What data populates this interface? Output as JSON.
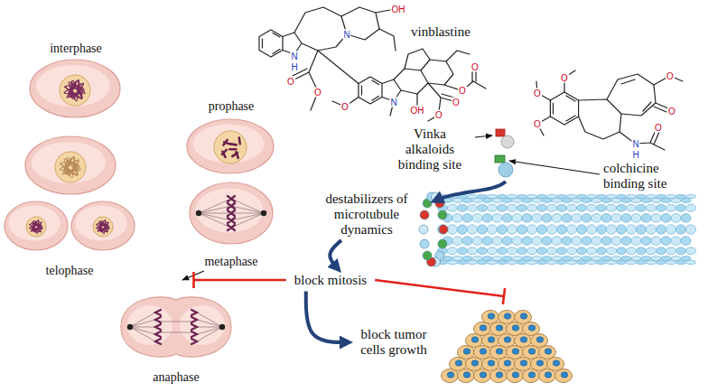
{
  "diagram": {
    "nodes": [
      {
        "text": [
          "interphase"
        ]
      },
      {
        "text": [
          "prophase"
        ]
      },
      {
        "text": [
          "telophase"
        ]
      },
      {
        "text": [
          "metaphase"
        ]
      },
      {
        "text": [
          "anaphase"
        ]
      },
      {
        "text": [
          "destabilizers of microtubule dynamics"
        ]
      },
      {
        "text": [
          "block mitosis"
        ]
      },
      {
        "text": [
          "block tumor cells growth"
        ]
      }
    ],
    "edges": [
      {
        "from": 3,
        "to": 4,
        "arrow": "to"
      },
      {
        "from": 5,
        "to": 6,
        "arrow": "to"
      },
      {
        "from": 6,
        "to": 7,
        "arrow": "to"
      },
      {
        "from": 6,
        "to": 4,
        "arrow": "to"
      },
      {
        "from": 6,
        "to": 7,
        "arrow": "to"
      }
    ],
    "labels": [
      "vinblastine",
      "Vinka alkaloids binding site",
      "colchicine binding site",
      "OH",
      "N",
      "N",
      "H",
      "O",
      "O",
      "O",
      "N",
      "OH",
      "O",
      "O",
      "O",
      "O",
      "O",
      "O",
      "O",
      "O",
      "O",
      "N",
      "H",
      "O"
    ]
  }
}
